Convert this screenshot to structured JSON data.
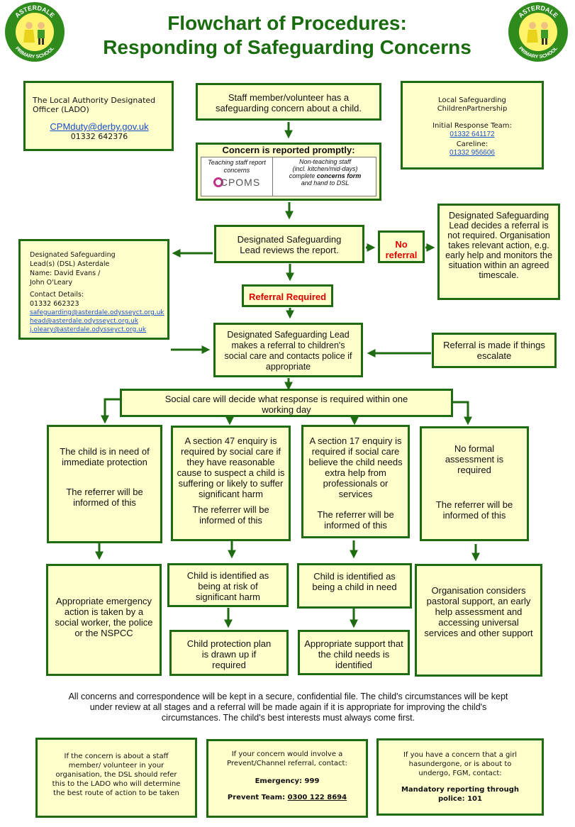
{
  "title_line1": "Flowchart of Procedures:",
  "title_line2": "Responding of Safeguarding Concerns",
  "logo": {
    "text_top": "ASTERDALE",
    "text_bottom": "PRIMARY SCHOOL"
  },
  "lado": {
    "title": "The Local Authority Designated Officer (LADO)",
    "email": "CPMduty@derby.gov.uk",
    "phone": "01332 642376"
  },
  "start": {
    "text": "Staff member/volunteer has a safeguarding concern about a child."
  },
  "lscp": {
    "title": "Local Safeguarding ChildrenPartnership",
    "irt_label": "Initial Response Team:",
    "irt_phone": "01332 641172",
    "careline_label": "Careline:",
    "careline_phone": "01332 956606"
  },
  "report": {
    "title": "Concern is reported promptly:",
    "teaching": "Teaching staff report concerns",
    "cpoms": "CPOMS",
    "nonteaching_1": "Non-teaching staff",
    "nonteaching_2": "(incl. kitchen/mid-days)",
    "nonteaching_3": "complete",
    "nonteaching_bold": "concerns form",
    "nonteaching_4": "and hand to DSL"
  },
  "dsl_review": {
    "text": "Designated Safeguarding Lead reviews the report."
  },
  "no_referral": {
    "text": "No referral"
  },
  "not_required": {
    "text": "Designated Safeguarding Lead decides a referral is not required. Organisation takes relevant action, e.g. early help and monitors the situation within an agreed timescale."
  },
  "dsl_contacts": {
    "l1": "Designated Safeguarding",
    "l2": "Lead(s) (DSL) Asterdale",
    "l3": "Name: David Evans /",
    "l4": "John O'Leary",
    "l5": "Contact Details:",
    "l6": "01332 662323",
    "e1": "safeguarding@asterdale.odysseyct.org.uk",
    "e2": "head@asterdale.odysseyct.org.uk",
    "e3": "j.oleary@asterdale.odysseyct.org.uk"
  },
  "referral_required": {
    "text": "Referral Required"
  },
  "makes_referral": {
    "text": "Designated Safeguarding Lead makes a referral to children's social care and contacts police if appropriate"
  },
  "escalate": {
    "text": "Referral is made if things escalate"
  },
  "social_care": {
    "text": "Social care will decide what response is required within one working day"
  },
  "col1": {
    "a": "The child is in need of immediate protection",
    "b": "The referrer will be informed of this",
    "c": "Appropriate emergency action is taken by a social worker, the police or the NSPCC"
  },
  "col2": {
    "a": "A section 47 enquiry is required by social care if they have reasonable cause to suspect a child is suffering or likely to suffer significant harm",
    "b": "The referrer will be informed of this",
    "c": "Child is identified as being at risk of significant harm",
    "d": "Child protection plan is drawn up if required"
  },
  "col3": {
    "a": "A section 17 enquiry is required if social care believe the child needs extra help from professionals or services",
    "b": "The referrer will be informed of this",
    "c": "Child is identified as being a child in need",
    "d": "Appropriate support that the child needs is identified"
  },
  "col4": {
    "a": "No formal assessment is required",
    "b": "The referrer will be informed of this",
    "c": "Organisation considers pastoral support, an early help assessment and accessing universal services and other support"
  },
  "footer_note": "All concerns and correspondence will be kept in a secure, confidential file. The child's circumstances will be kept under review at all stages and a referral will be made again if it is appropriate for improving the child's circumstances. The child's best interests must always come first.",
  "bottom1": {
    "text": "If the concern is about a staff member/ volunteer in your organisation, the DSL should refer this to the LADO who will determine the best route of action to be taken"
  },
  "bottom2": {
    "text": "If your concern would involve a Prevent/Channel referral, contact:",
    "emergency": "Emergency: 999",
    "prevent_label": "Prevent Team:",
    "prevent_phone": "0300 122 8694"
  },
  "bottom3": {
    "text": "If you have a concern that a girl hasundergone, or is about to undergo, FGM, contact:",
    "mandatory": "Mandatory reporting through police: 101"
  },
  "colors": {
    "green": "#1f6b12",
    "box_fill": "#ffffcc",
    "title_green": "#1a6b0f",
    "red": "#e00000"
  }
}
